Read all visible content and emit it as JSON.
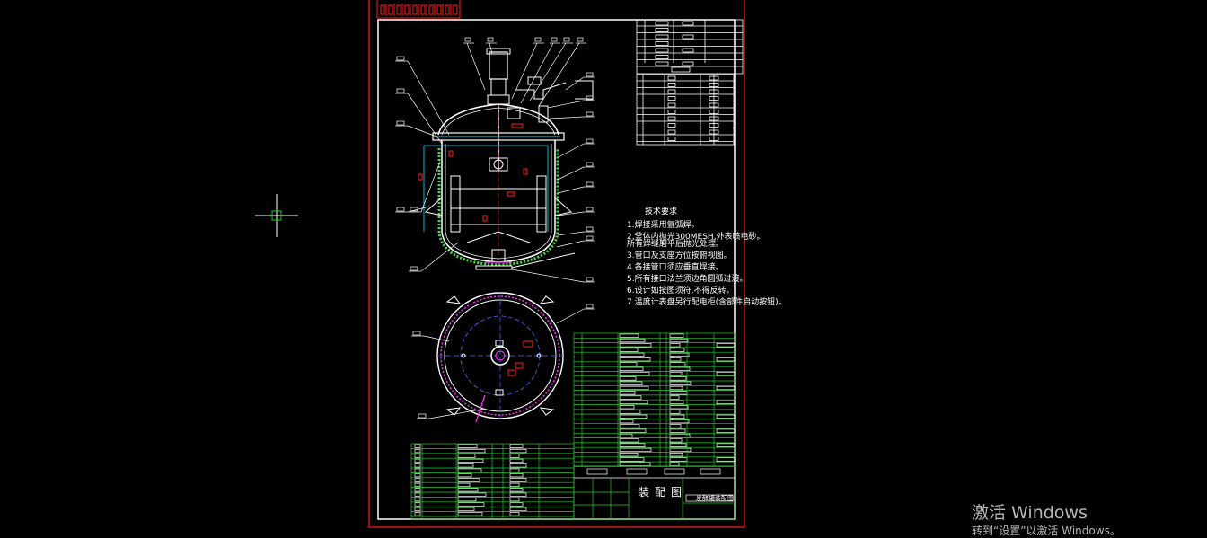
{
  "drawing": {
    "tech_req_title": "技术要求",
    "tech_requirements": [
      "1.焊接采用氩弧焊。",
      "2.釜体内抛光300MESH,外表喷电砂。",
      "  所有焊缝磨平后抛光处理。",
      "3.管口及支座方位按俯视图。",
      "4.各接管口须应垂直焊接。",
      "5.所有接口法兰须边角圆弧过渡。",
      "6.设计如按图须符,不得反转。",
      "7.温度计表盘另行配电柜(含部件启动按钮)。"
    ],
    "title_block_name": "装配图",
    "title_block_subtitle": "发酵罐装配图",
    "colors": {
      "background": "#000000",
      "frame_red": "#ff2020",
      "table_green": "#22cc22",
      "line_white": "#ffffff",
      "accent_cyan": "#00e5ff",
      "accent_blue": "#4a6cff",
      "accent_magenta": "#ff33ff",
      "hatch_green": "#44dd44"
    },
    "cursor_icon": "crosshair-icon"
  },
  "watermark": {
    "line1": "激活 Windows",
    "line2": "转到“设置”以激活 Windows。"
  }
}
